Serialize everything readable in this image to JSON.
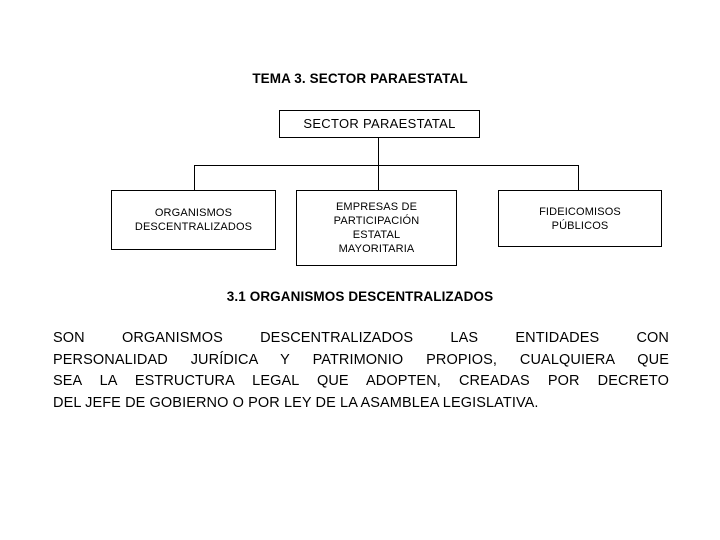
{
  "slide": {
    "title": "TEMA 3. SECTOR PARAESTATAL",
    "background_color": "#FFFFFF",
    "text_color": "#000000",
    "border_color": "#000000"
  },
  "diagram": {
    "type": "org-chart",
    "root": {
      "label": "SECTOR PARAESTATAL"
    },
    "children": [
      {
        "id": "organismos-descentralizados",
        "label": "ORGANISMOS\nDESCENTRALIZADOS",
        "line1": "ORGANISMOS",
        "line2": "DESCENTRALIZADOS"
      },
      {
        "id": "empresas-participacion-estatal-mayoritaria",
        "label": "EMPRESAS DE\nPARTICIPACIÓN\nESTATAL\nMAYORITARIA",
        "line1": "EMPRESAS DE",
        "line2": "PARTICIPACIÓN",
        "line3": "ESTATAL",
        "line4": "MAYORITARIA"
      },
      {
        "id": "fideicomisos-publicos",
        "label": "FIDEICOMISOS\nPÚBLICOS",
        "line1": "FIDEICOMISOS",
        "line2": "PÚBLICOS"
      }
    ]
  },
  "section": {
    "heading": "3.1 ORGANISMOS DESCENTRALIZADOS",
    "paragraph": "SON ORGANISMOS DESCENTRALIZADOS LAS ENTIDADES CON PERSONALIDAD JURÍDICA Y PATRIMONIO PROPIOS, CUALQUIERA QUE SEA LA ESTRUCTURA LEGAL QUE ADOPTEN, CREADAS POR DECRETO DEL JEFE DE GOBIERNO O POR LEY DE LA ASAMBLEA LEGISLATIVA.",
    "paragraph_lines": [
      "SON ORGANISMOS DESCENTRALIZADOS LAS ENTIDADES CON",
      "PERSONALIDAD JURÍDICA Y PATRIMONIO PROPIOS, CUALQUIERA QUE",
      "SEA LA ESTRUCTURA LEGAL QUE ADOPTEN, CREADAS POR DECRETO",
      "DEL JEFE DE GOBIERNO O POR LEY DE LA ASAMBLEA LEGISLATIVA."
    ]
  }
}
